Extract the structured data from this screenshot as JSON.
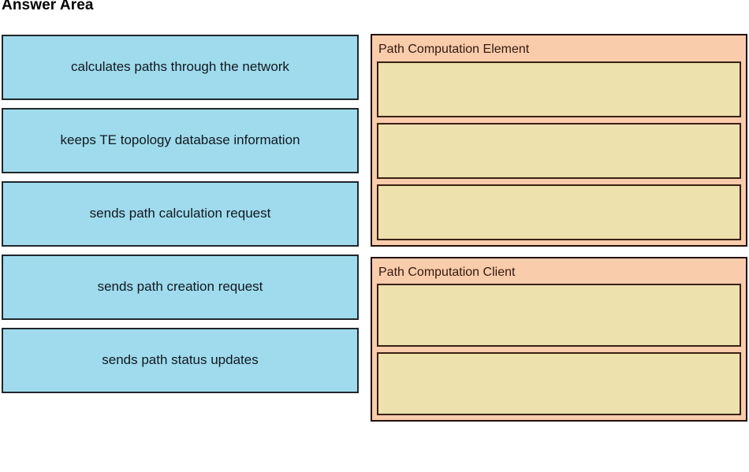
{
  "page": {
    "title": "Answer Area"
  },
  "palette": {
    "background": "#ffffff",
    "tile_fill": "#9FDBEC",
    "tile_border": "#20262c",
    "group_fill": "#F9CCAC",
    "group_border": "#211007",
    "slot_fill": "#EDE1AE",
    "slot_border": "#3A2012",
    "title_text": "#000000",
    "group_title_text": "#32190e",
    "tile_text": "#111820"
  },
  "source_items": [
    {
      "label": "calculates paths through the network"
    },
    {
      "label": "keeps TE topology database information"
    },
    {
      "label": "sends path calculation request"
    },
    {
      "label": "sends path creation request"
    },
    {
      "label": "sends path status updates"
    }
  ],
  "target_groups": [
    {
      "title": "Path Computation Element",
      "slots": [
        {
          "value": ""
        },
        {
          "value": ""
        },
        {
          "value": ""
        }
      ]
    },
    {
      "title": "Path Computation Client",
      "slots": [
        {
          "value": ""
        },
        {
          "value": ""
        }
      ]
    }
  ]
}
